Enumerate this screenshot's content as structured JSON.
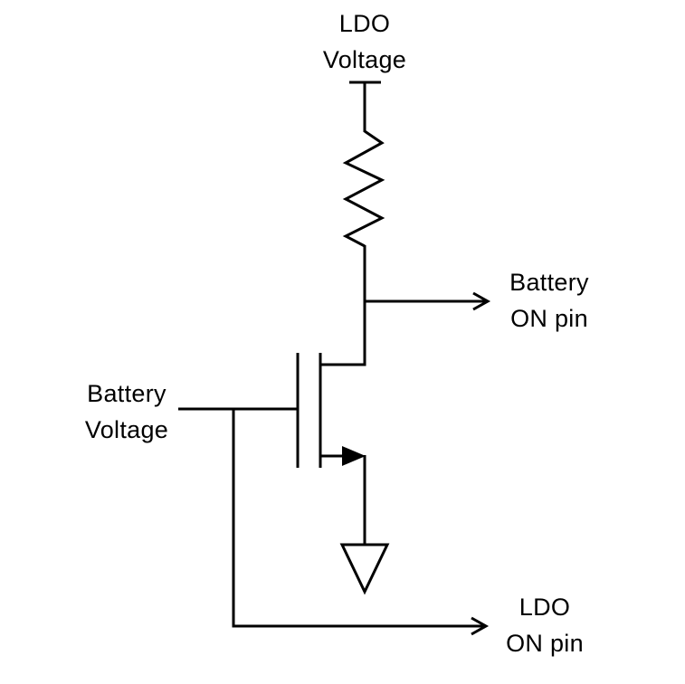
{
  "colors": {
    "wire": "#000000",
    "text": "#000000",
    "background": "#ffffff"
  },
  "labels": {
    "supply": {
      "line1": "LDO",
      "line2": "Voltage"
    },
    "battery_on_pin": {
      "line1": "Battery",
      "line2": "ON pin"
    },
    "battery_voltage": {
      "line1": "Battery",
      "line2": "Voltage"
    },
    "ldo_on_pin": {
      "line1": "LDO",
      "line2": "ON pin"
    }
  },
  "components": [
    {
      "name": "supply-rail-symbol",
      "kind": "power-rail"
    },
    {
      "name": "resistor-symbol",
      "kind": "resistor"
    },
    {
      "name": "nmos-transistor-symbol",
      "kind": "n-channel-mosfet"
    },
    {
      "name": "ground-symbol",
      "kind": "ground"
    },
    {
      "name": "battery-on-arrow",
      "kind": "signal-arrow"
    },
    {
      "name": "ldo-on-arrow",
      "kind": "signal-arrow"
    }
  ]
}
